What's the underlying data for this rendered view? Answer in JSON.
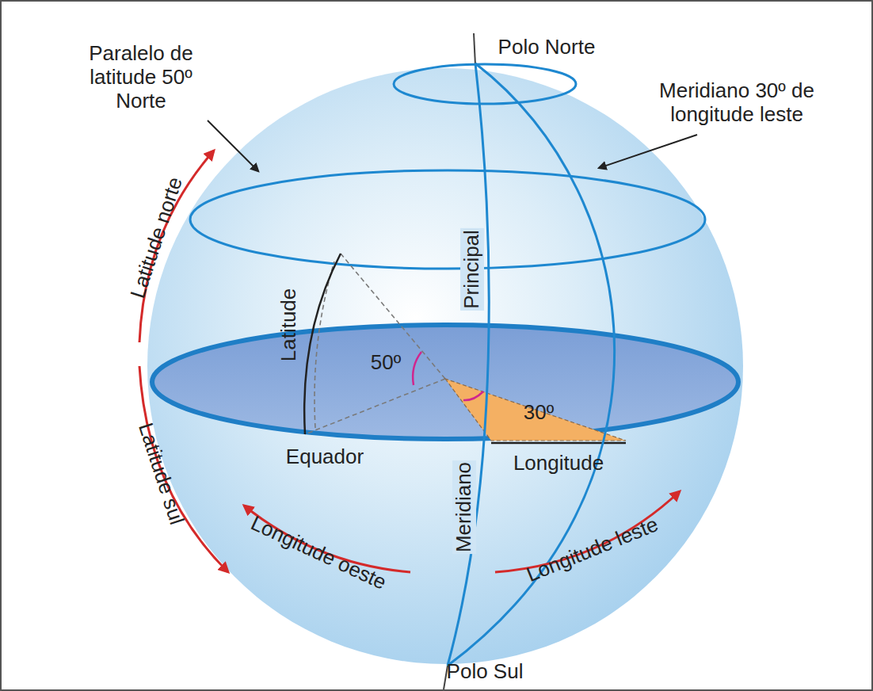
{
  "diagram": {
    "labels": [
      "Paralelo de latitude 50º Norte",
      "Polo Norte",
      "Meridiano 30º de longitude leste",
      "Latitude norte",
      "Latitude",
      "50º",
      "30º",
      "Principal",
      "Equador",
      "Longitude",
      "Latitude sul",
      "Meridiano",
      "Longitude oeste",
      "Longitude leste",
      "Polo Sul"
    ]
  }
}
